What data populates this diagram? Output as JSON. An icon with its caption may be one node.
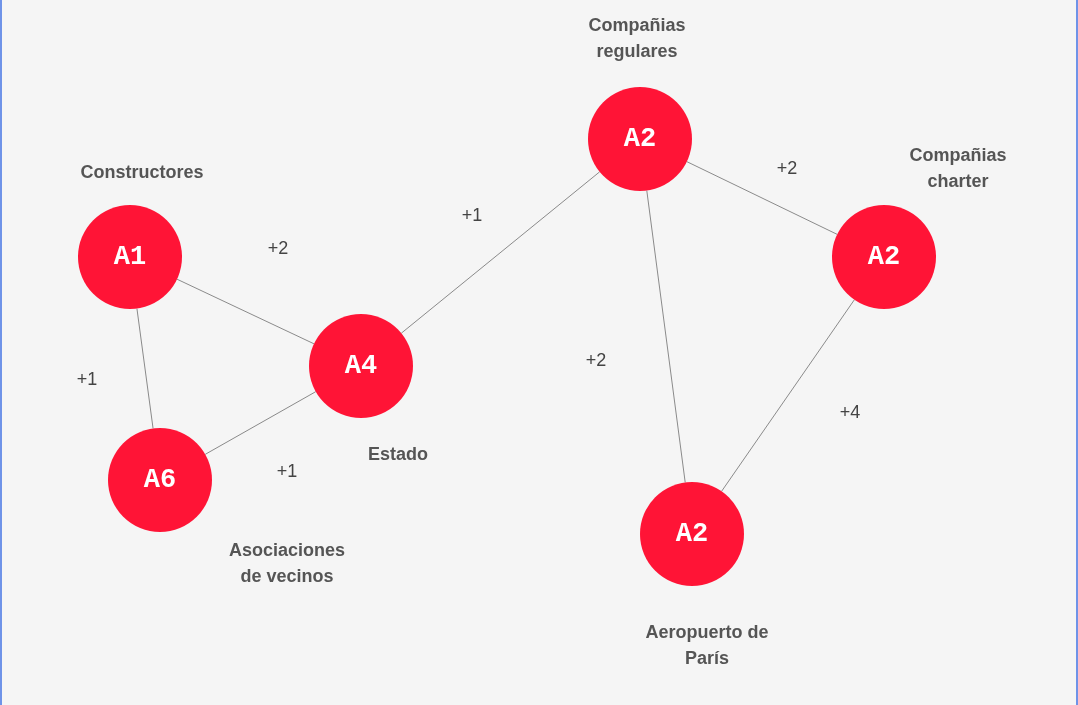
{
  "diagram": {
    "nodes": [
      {
        "text": [
          "A1"
        ],
        "beside": [
          "Constructores"
        ]
      },
      {
        "text": [
          "A4"
        ],
        "beside": [
          "Estado"
        ]
      },
      {
        "text": [
          "A6"
        ],
        "beside": [
          "Asociaciones de vecinos"
        ]
      },
      {
        "text": [
          "A2"
        ],
        "beside": [
          "Compañias regulares"
        ]
      },
      {
        "text": [
          "A2"
        ],
        "beside": [
          "Compañias charter"
        ]
      },
      {
        "text": [
          "A2"
        ],
        "beside": [
          "Aeropuerto de París"
        ]
      }
    ],
    "edges": [
      {
        "from": 0,
        "to": 1,
        "arrow": "none",
        "label": "+2"
      },
      {
        "from": 0,
        "to": 2,
        "arrow": "none",
        "label": "+1"
      },
      {
        "from": 2,
        "to": 1,
        "arrow": "none",
        "label": "+1"
      },
      {
        "from": 1,
        "to": 3,
        "arrow": "none",
        "label": "+1"
      },
      {
        "from": 3,
        "to": 4,
        "arrow": "none",
        "label": "+2"
      },
      {
        "from": 3,
        "to": 5,
        "arrow": "none",
        "label": "+2"
      },
      {
        "from": 4,
        "to": 5,
        "arrow": "none",
        "label": "+4"
      }
    ]
  }
}
